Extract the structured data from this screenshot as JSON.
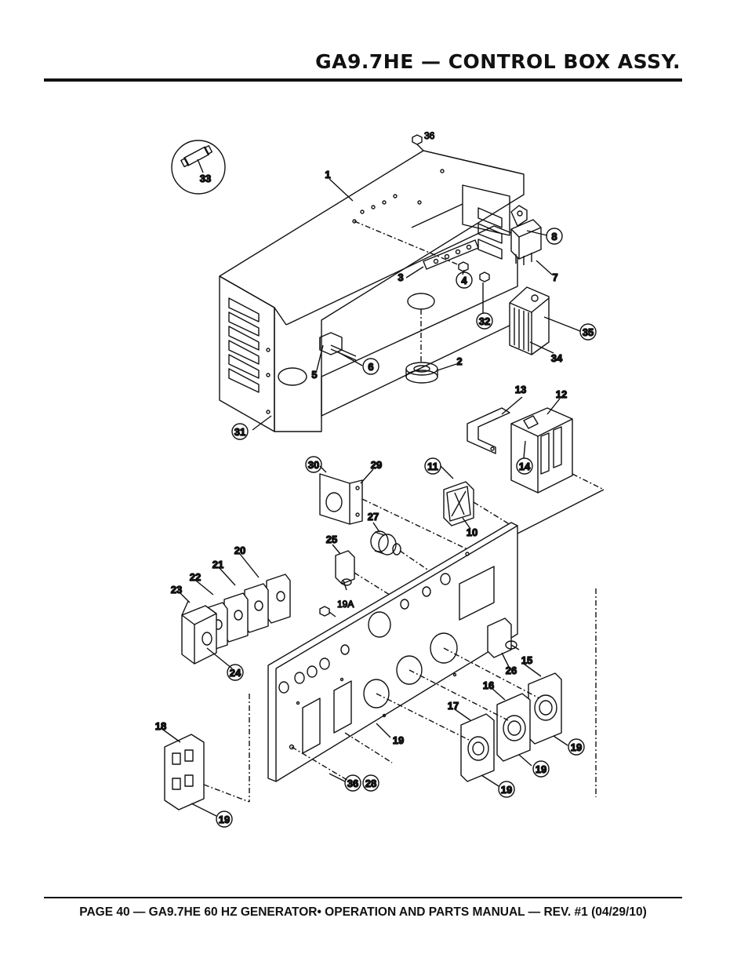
{
  "header": {
    "title": "GA9.7HE — CONTROL BOX ASSY."
  },
  "footer": {
    "text": "PAGE 40 — GA9.7HE 60 HZ GENERATOR• OPERATION AND PARTS MANUAL — REV. #1 (04/29/10)"
  },
  "callouts": {
    "c1": "1",
    "c2": "2",
    "c3": "3",
    "c4": "4",
    "c5": "5",
    "c6": "6",
    "c7": "7",
    "c8": "8",
    "c10": "10",
    "c11": "11",
    "c12": "12",
    "c13": "13",
    "c14": "14",
    "c15": "15",
    "c16": "16",
    "c17": "17",
    "c18": "18",
    "c19a": "19",
    "c19b": "19",
    "c19c": "19",
    "c19d": "19",
    "c19e": "19",
    "c19A": "19A",
    "c20": "20",
    "c21": "21",
    "c22": "22",
    "c23": "23",
    "c24": "24",
    "c25": "25",
    "c26": "26",
    "c27": "27",
    "c28": "28",
    "c29": "29",
    "c30": "30",
    "c31": "31",
    "c32": "32",
    "c33": "33",
    "c34": "34",
    "c35": "35",
    "c36a": "36",
    "c36b": "36"
  }
}
